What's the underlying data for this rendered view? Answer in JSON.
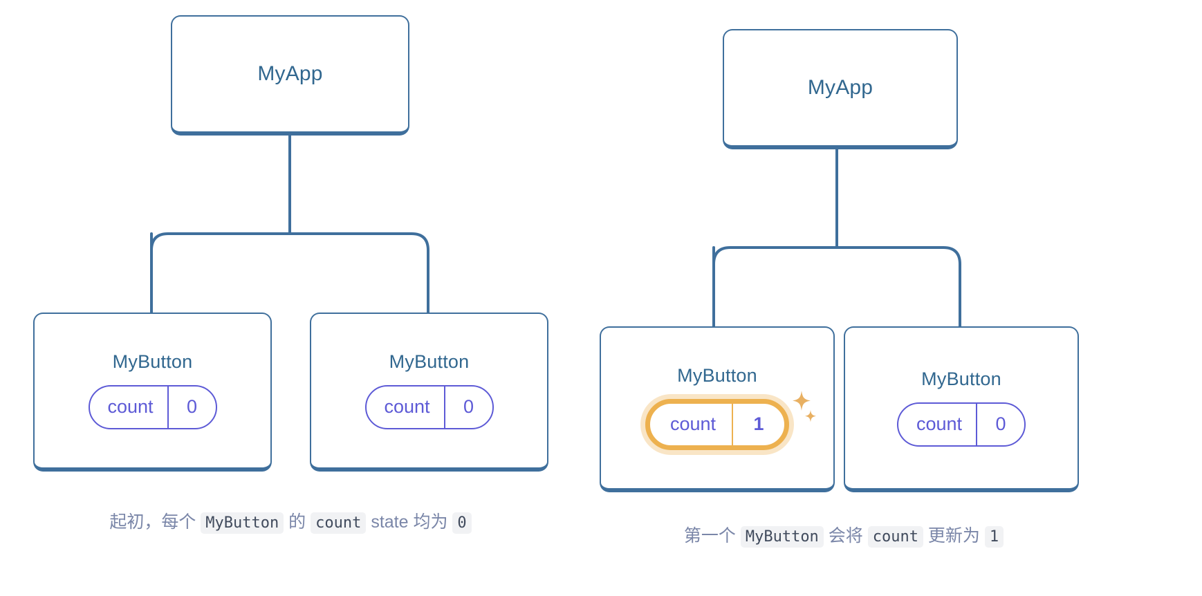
{
  "background_color": "#ffffff",
  "colors": {
    "box_border": "#3f6f9c",
    "box_title_text": "#31678f",
    "pill_border": "#5d5ad6",
    "pill_text": "#5d5ad6",
    "highlight_border": "#edb14f",
    "highlight_glow": "#f0ba6a",
    "sparkle": "#e8b062",
    "caption_text": "#7a86a8",
    "code_bg": "#f1f2f4",
    "code_text": "#404a5c"
  },
  "diagrams": [
    {
      "id": "before",
      "root": {
        "label": "MyApp"
      },
      "children": [
        {
          "label": "MyButton",
          "state": {
            "key": "count",
            "value": "0"
          },
          "highlighted": false,
          "sparkles": false
        },
        {
          "label": "MyButton",
          "state": {
            "key": "count",
            "value": "0"
          },
          "highlighted": false,
          "sparkles": false
        }
      ],
      "caption": {
        "parts": [
          {
            "type": "text",
            "text": "起初，每个 "
          },
          {
            "type": "code",
            "text": "MyButton"
          },
          {
            "type": "text",
            "text": " 的 "
          },
          {
            "type": "code",
            "text": "count"
          },
          {
            "type": "text",
            "text": " state 均为 "
          },
          {
            "type": "code",
            "text": "0"
          }
        ],
        "plain": "起初，每个 MyButton 的 count state 均为 0"
      }
    },
    {
      "id": "after",
      "root": {
        "label": "MyApp"
      },
      "children": [
        {
          "label": "MyButton",
          "state": {
            "key": "count",
            "value": "1"
          },
          "highlighted": true,
          "sparkles": true
        },
        {
          "label": "MyButton",
          "state": {
            "key": "count",
            "value": "0"
          },
          "highlighted": false,
          "sparkles": false
        }
      ],
      "caption": {
        "parts": [
          {
            "type": "text",
            "text": "第一个 "
          },
          {
            "type": "code",
            "text": "MyButton"
          },
          {
            "type": "text",
            "text": " 会将 "
          },
          {
            "type": "code",
            "text": "count"
          },
          {
            "type": "text",
            "text": " 更新为 "
          },
          {
            "type": "code",
            "text": "1"
          }
        ],
        "plain": "第一个 MyButton 会将 count 更新为 1"
      }
    }
  ]
}
